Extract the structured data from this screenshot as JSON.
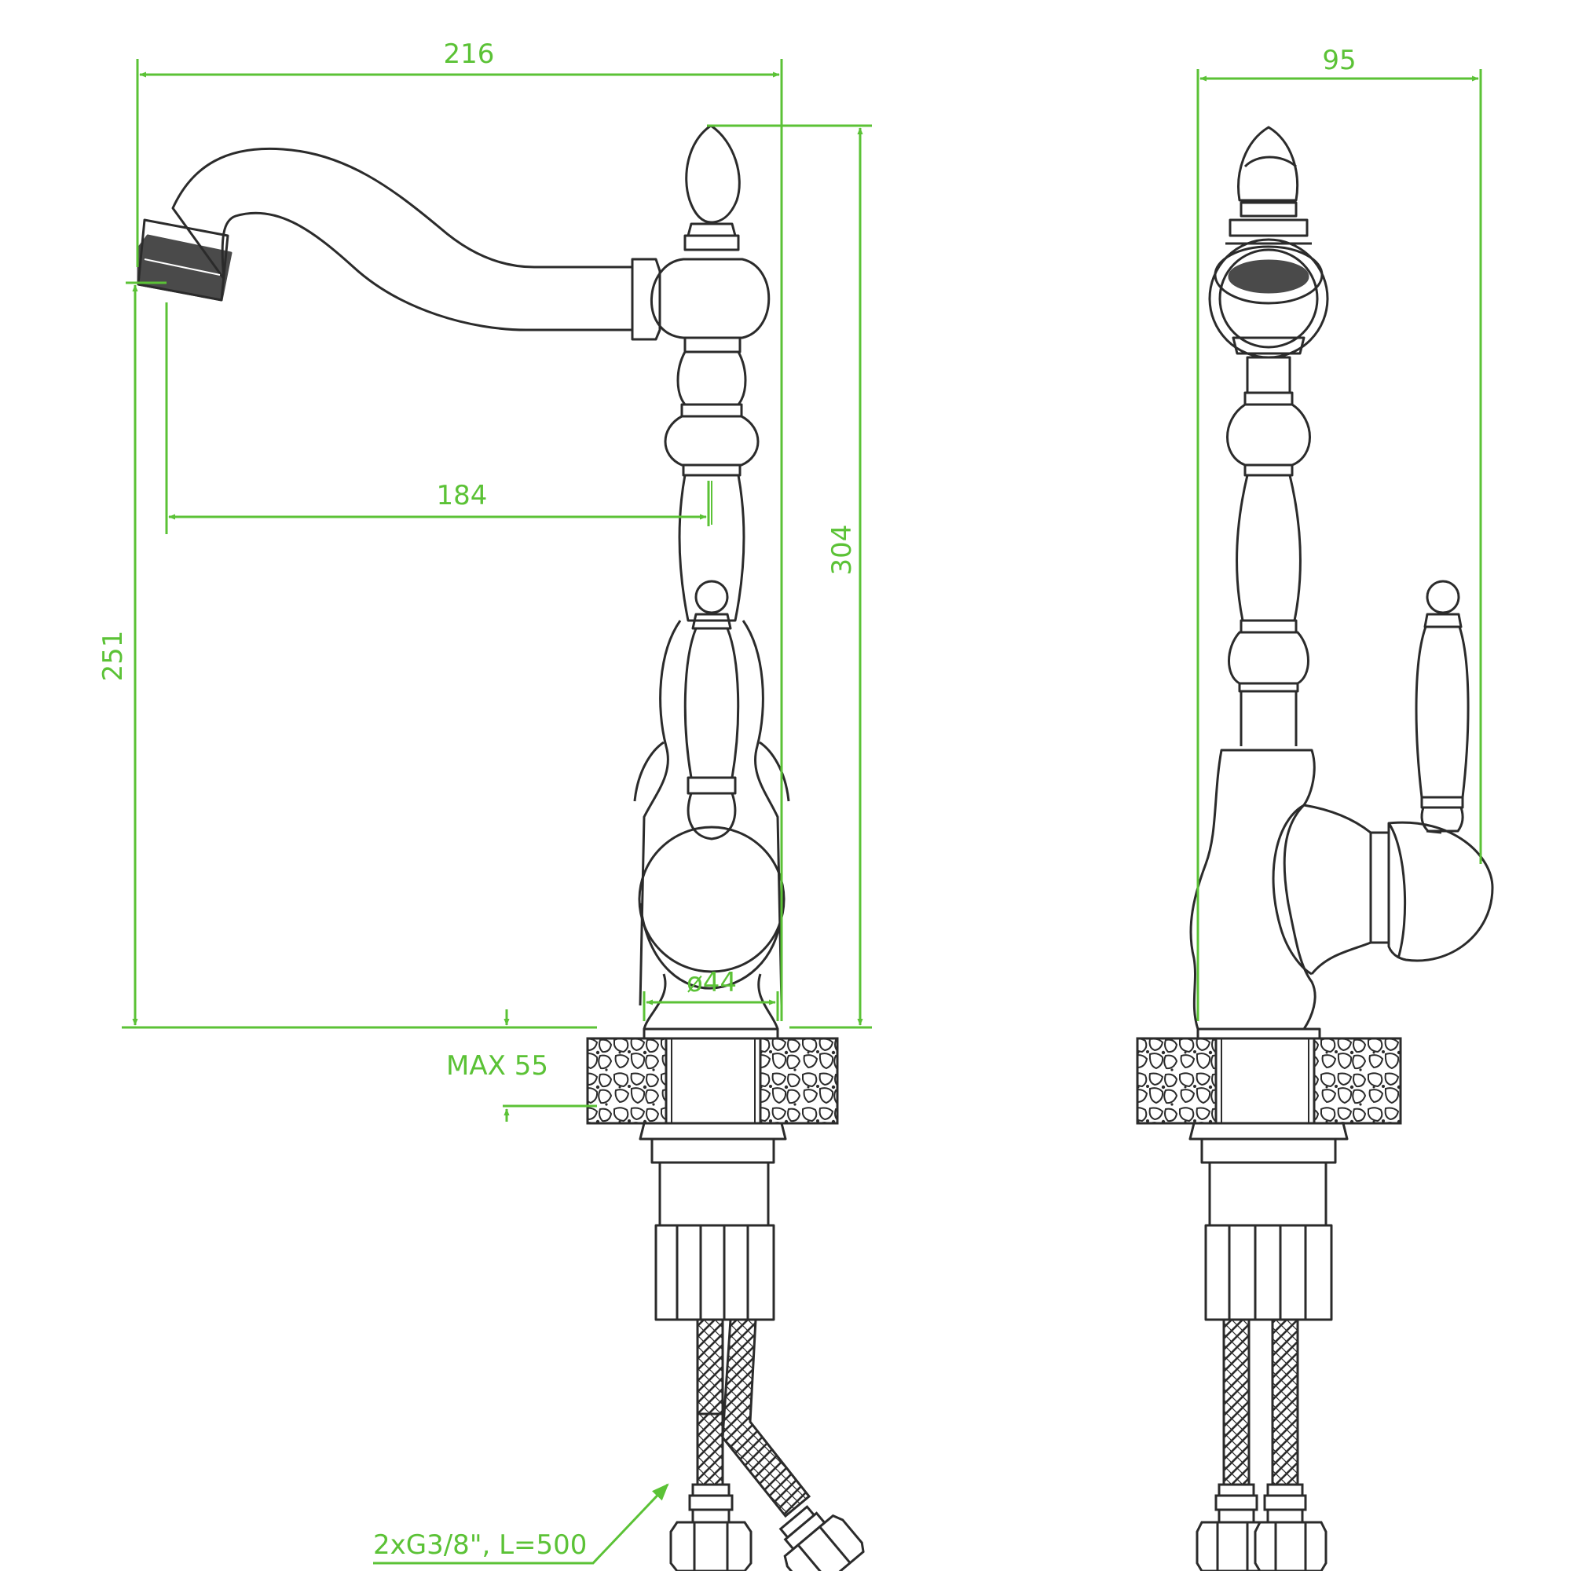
{
  "colors": {
    "dimension": "#5bc236",
    "outline": "#2b2b2b",
    "background": "#ffffff"
  },
  "dimensions": {
    "width_overall": "216",
    "reach": "184",
    "height_total": "304",
    "spout_height": "251",
    "base_diameter": "ø44",
    "max_counter": "MAX 55",
    "side_depth": "95",
    "hoses": "2xG3/8\", L=500"
  }
}
